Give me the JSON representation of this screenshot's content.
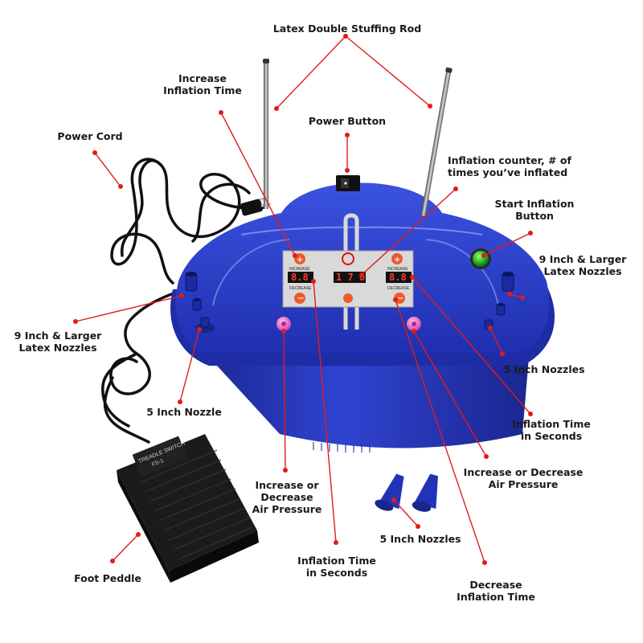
{
  "labels": {
    "stuffing_rod": "Latex Double Stuffing Rod",
    "increase_time": [
      "Increase",
      "Inflation Time"
    ],
    "power_button": "Power Button",
    "power_cord": "Power Cord",
    "counter": [
      "Inflation counter, # of",
      "times you’ve inflated"
    ],
    "start_button": [
      "Start Inflation",
      "Button"
    ],
    "nozzles_right": [
      "9 Inch & Larger",
      "Latex Nozzles"
    ],
    "nozzles_left": [
      "9 Inch & Larger",
      "Latex Nozzles"
    ],
    "five_inch_nozzles_right": "5 Inch Nozzles",
    "five_inch_nozzle_left": "5 Inch Nozzle",
    "time_seconds_right": [
      "Inflation Time",
      "in Seconds"
    ],
    "air_pressure_right": [
      "Increase or Decrease",
      "Air Pressure"
    ],
    "air_pressure_left": [
      "Increase or",
      "Decrease",
      "Air Pressure"
    ],
    "five_inch_nozzles_loose": "5 Inch Nozzles",
    "time_seconds_bottom": [
      "Inflation Time",
      "in Seconds"
    ],
    "decrease_time": [
      "Decrease",
      "Inflation Time"
    ],
    "foot_peddle": "Foot Peddle"
  },
  "panel": {
    "increase_left": "INCREASE",
    "increase_right": "INCREASE",
    "decrease_left": "DECREASE",
    "decrease_right": "DECREASE",
    "display_left": "8.8",
    "display_center": "1 7 0",
    "display_right": "8.8"
  },
  "pedal": {
    "brand": "TREADLE SWITCH",
    "model": "FS-1"
  },
  "colors": {
    "callout": "#e21b1b",
    "machine_blue": "#2233b8",
    "label_text": "#1a1a1a"
  }
}
